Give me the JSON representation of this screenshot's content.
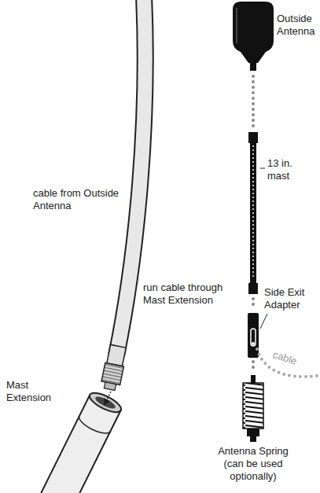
{
  "diagram": {
    "labels": [
      "cable from Outside Antenna",
      "run cable through Mast Extension",
      "Mast Extension",
      "Outside Antenna",
      "13 in. mast",
      "Side Exit Adapter",
      "cable",
      "Antenna Spring",
      "(can be used optionally)"
    ]
  }
}
